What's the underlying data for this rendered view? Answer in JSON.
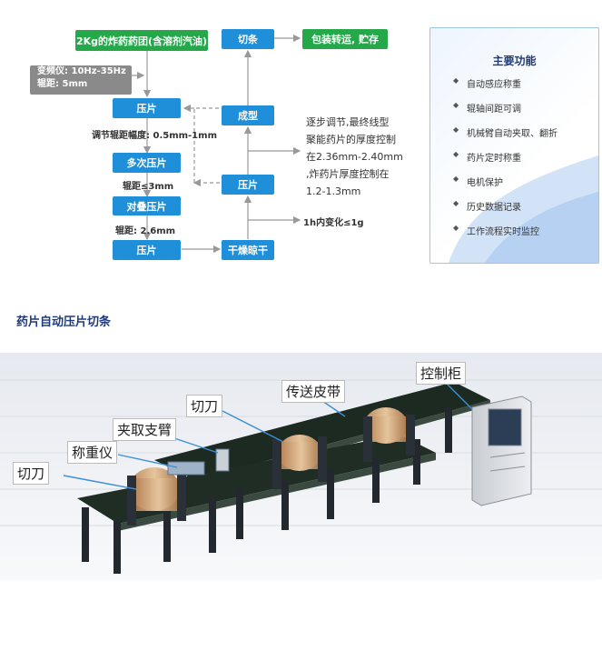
{
  "flow": {
    "start": "2Kg的炸药药团(含溶剂汽油)",
    "params_line1": "变频仪: 10Hz-35Hz",
    "params_line2": "辊距: 5mm",
    "press1": "压片",
    "gap_adjust": "调节辊距幅度: 0.5mm-1mm",
    "multi_press": "多次压片",
    "gap_le3": "辊距≤3mm",
    "stack_press": "对叠压片",
    "gap_26": "辊距: 2.6mm",
    "press2": "压片",
    "dry": "干燥晾干",
    "press3": "压片",
    "forming": "成型",
    "cut": "切条",
    "pack": "包装转运, 贮存",
    "change": "1h内变化≤1g",
    "note_lines": [
      "逐步调节,最终线型",
      "聚能药片的厚度控制",
      "在2.36mm-2.40mm",
      ",炸药片厚度控制在",
      "1.2-1.3mm"
    ]
  },
  "features": {
    "title": "主要功能",
    "items": [
      "自动感应称重",
      "辊轴间距可调",
      "机械臂自动夹取、翻折",
      "药片定时称重",
      "电机保护",
      "历史数据记录",
      "工作流程实时监控"
    ]
  },
  "section_title": "药片自动压片切条",
  "machine_labels": {
    "cabinet": "控制柜",
    "belt": "传送皮带",
    "knife_top": "切刀",
    "arm": "夹取支臂",
    "scale": "称重仪",
    "knife_left": "切刀"
  },
  "colors": {
    "flow_blue": "#1e8fd8",
    "flow_green": "#25a84a",
    "params_gray": "#8a8a8a",
    "title_navy": "#1f3b7a"
  }
}
